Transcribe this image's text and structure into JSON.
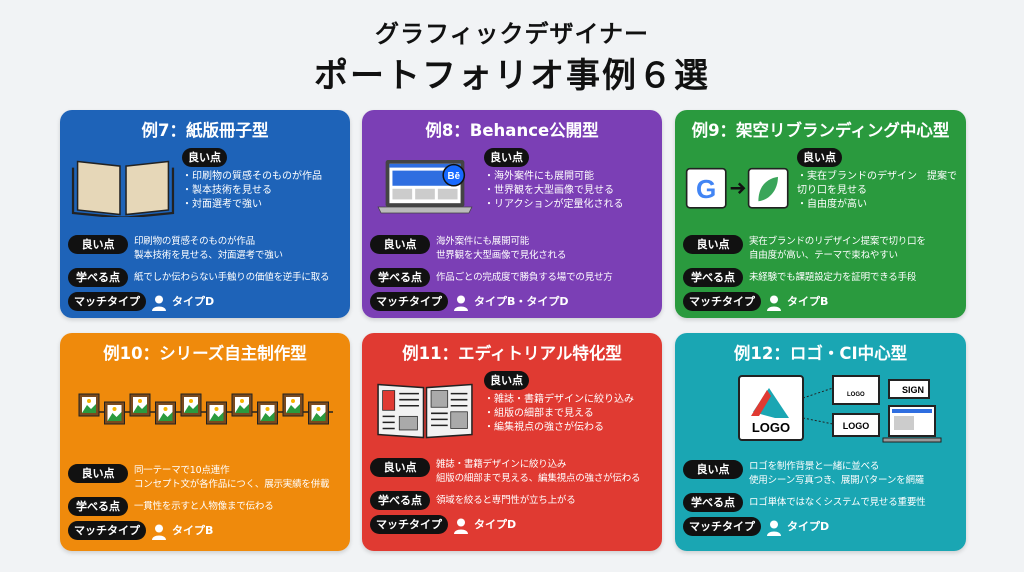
{
  "header": {
    "line1": "グラフィックデザイナー",
    "line2": "ポートフォリオ事例６選"
  },
  "labels": {
    "good": "良い点",
    "learn": "学べる点",
    "match": "マッチタイプ"
  },
  "cards": [
    {
      "title": "例7：紙版冊子型",
      "color": "#1e63b8",
      "icon": "open-book-icon",
      "bullets": [
        "印刷物の質感そのものが作品",
        "製本技術を見せる",
        "対面選考で強い"
      ],
      "good": [
        "印刷物の質感そのものが作品",
        "製本技術を見せる、対面選考で強い"
      ],
      "learn": "紙でしか伝わらない手触りの価値を逆手に取る",
      "match": "タイプD"
    },
    {
      "title": "例8：Behance公開型",
      "color": "#7b3fb5",
      "icon": "laptop-behance-icon",
      "bullets": [
        "海外案件にも展開可能",
        "世界観を大型画像で見せる",
        "リアクションが定量化される"
      ],
      "good": [
        "海外案件にも展開可能",
        "世界観を大型画像で見化される"
      ],
      "learn": "作品ごとの完成度で勝負する場での見せ方",
      "match": "タイプB・タイプD",
      "icon_text": "Bē"
    },
    {
      "title": "例9：架空リブランディング中心型",
      "color": "#2a9a3e",
      "icon": "rebrand-logo-icon",
      "bullets": [
        "実在ブランドのデザイン　提案で切り口を見せる",
        "自由度が高い"
      ],
      "good": [
        "実在ブランドのリデザイン提案で切り口を",
        "自由度が高い、テーマで束ねやすい"
      ],
      "learn": "未経験でも課題設定力を証明できる手段",
      "match": "タイプB",
      "icon_text": "G"
    },
    {
      "title": "例10：シリーズ自主制作型",
      "color": "#ef8a0c",
      "icon": "picture-frames-icon",
      "bullets": [],
      "good": [
        "同一テーマで10点連作",
        "コンセプト文が各作品につく、展示実績を併載"
      ],
      "learn": "一貫性を示すと人物像まで伝わる",
      "match": "タイプB"
    },
    {
      "title": "例11：エディトリアル特化型",
      "color": "#e03a32",
      "icon": "magazine-icon",
      "bullets": [
        "雑誌・書籍デザインに絞り込み",
        "組版の細部まで見える",
        "編集視点の強さが伝わる"
      ],
      "good": [
        "雑誌・書籍デザインに絞り込み",
        "組版の細部まで見える、編集視点の強さが伝わる"
      ],
      "learn": "領域を絞ると専門性が立ち上がる",
      "match": "タイプD"
    },
    {
      "title": "例12：ロゴ・CI中心型",
      "color": "#1aa6b3",
      "icon": "logo-system-icon",
      "bullets": [],
      "good": [
        "ロゴを制作背景と一緒に並べる",
        "使用シーン写真つき、展開パターンを網羅"
      ],
      "learn": "ロゴ単体ではなくシステムで見せる重要性",
      "match": "タイプD",
      "icon_text": "LOGO",
      "sign_text": "SIGN"
    }
  ]
}
